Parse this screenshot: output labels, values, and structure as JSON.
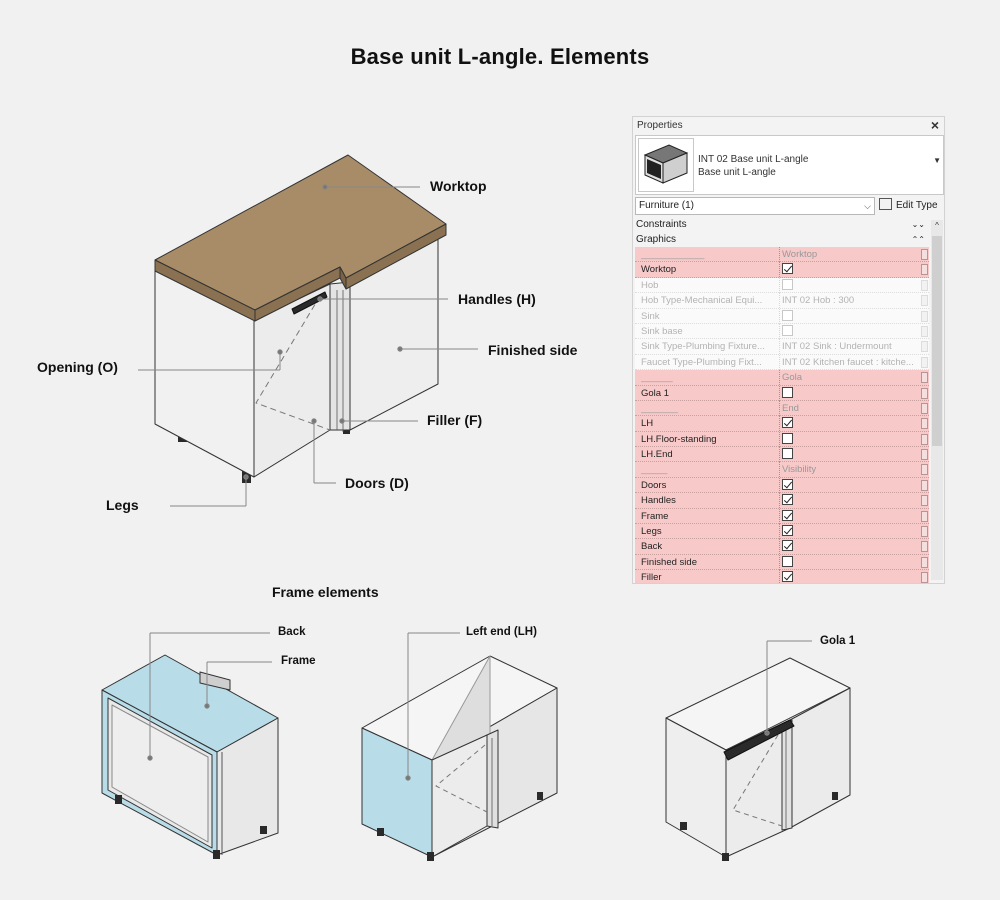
{
  "title": "Base unit L-angle. Elements",
  "labels": {
    "worktop": "Worktop",
    "handles": "Handles (H)",
    "finished_side": "Finished side",
    "opening": "Opening (O)",
    "filler": "Filler (F)",
    "doors": "Doors (D)",
    "legs": "Legs",
    "frame_elements": "Frame elements",
    "back": "Back",
    "frame": "Frame",
    "left_end": "Left end (LH)",
    "gola1": "Gola 1"
  },
  "colors": {
    "worktop": "#a88c67",
    "cabinet": "#eeeeee",
    "highlight_blue": "#b8dce8",
    "highlight_red": "#f7c9c9"
  },
  "properties": {
    "header": "Properties",
    "close_icon": "close-icon",
    "type_name_line1": "INT 02 Base unit L-angle",
    "type_name_line2": "Base unit L-angle",
    "selector": "Furniture (1)",
    "edit_type": "Edit Type",
    "categories": [
      "Constraints",
      "Graphics"
    ],
    "rows": [
      {
        "name": "____________",
        "value": "Worktop",
        "kind": "group",
        "style": "hl"
      },
      {
        "name": "Worktop",
        "value": "",
        "check": true,
        "style": "hl"
      },
      {
        "name": "Hob",
        "value": "",
        "check": false,
        "style": "dim"
      },
      {
        "name": "Hob Type-Mechanical Equi...",
        "value": "INT 02 Hob : 300",
        "style": "dim"
      },
      {
        "name": "Sink",
        "value": "",
        "check": false,
        "style": "dim"
      },
      {
        "name": "Sink base",
        "value": "",
        "check": false,
        "style": "dim"
      },
      {
        "name": "Sink Type-Plumbing Fixture...",
        "value": "INT 02 Sink : Undermount",
        "style": "dim"
      },
      {
        "name": "Faucet Type-Plumbing Fixt...",
        "value": "INT 02 Kitchen faucet : kitche...",
        "style": "dim"
      },
      {
        "name": "______",
        "value": "Gola",
        "kind": "group",
        "style": "hl"
      },
      {
        "name": "Gola 1",
        "value": "",
        "check": false,
        "style": "hl"
      },
      {
        "name": "_______",
        "value": "End",
        "kind": "group",
        "style": "hl"
      },
      {
        "name": "LH",
        "value": "",
        "check": true,
        "style": "hl"
      },
      {
        "name": "LH.Floor-standing",
        "value": "",
        "check": false,
        "style": "hl"
      },
      {
        "name": "LH.End",
        "value": "",
        "check": false,
        "style": "hl"
      },
      {
        "name": "_____",
        "value": "Visibility",
        "kind": "group",
        "style": "hl"
      },
      {
        "name": "Doors",
        "value": "",
        "check": true,
        "style": "hl"
      },
      {
        "name": "Handles",
        "value": "",
        "check": true,
        "style": "hl"
      },
      {
        "name": "Frame",
        "value": "",
        "check": true,
        "style": "hl"
      },
      {
        "name": "Legs",
        "value": "",
        "check": true,
        "style": "hl"
      },
      {
        "name": "Back",
        "value": "",
        "check": true,
        "style": "hl"
      },
      {
        "name": "Finished side",
        "value": "",
        "check": false,
        "style": "hl"
      },
      {
        "name": "Filler",
        "value": "",
        "check": true,
        "style": "hl"
      }
    ]
  }
}
